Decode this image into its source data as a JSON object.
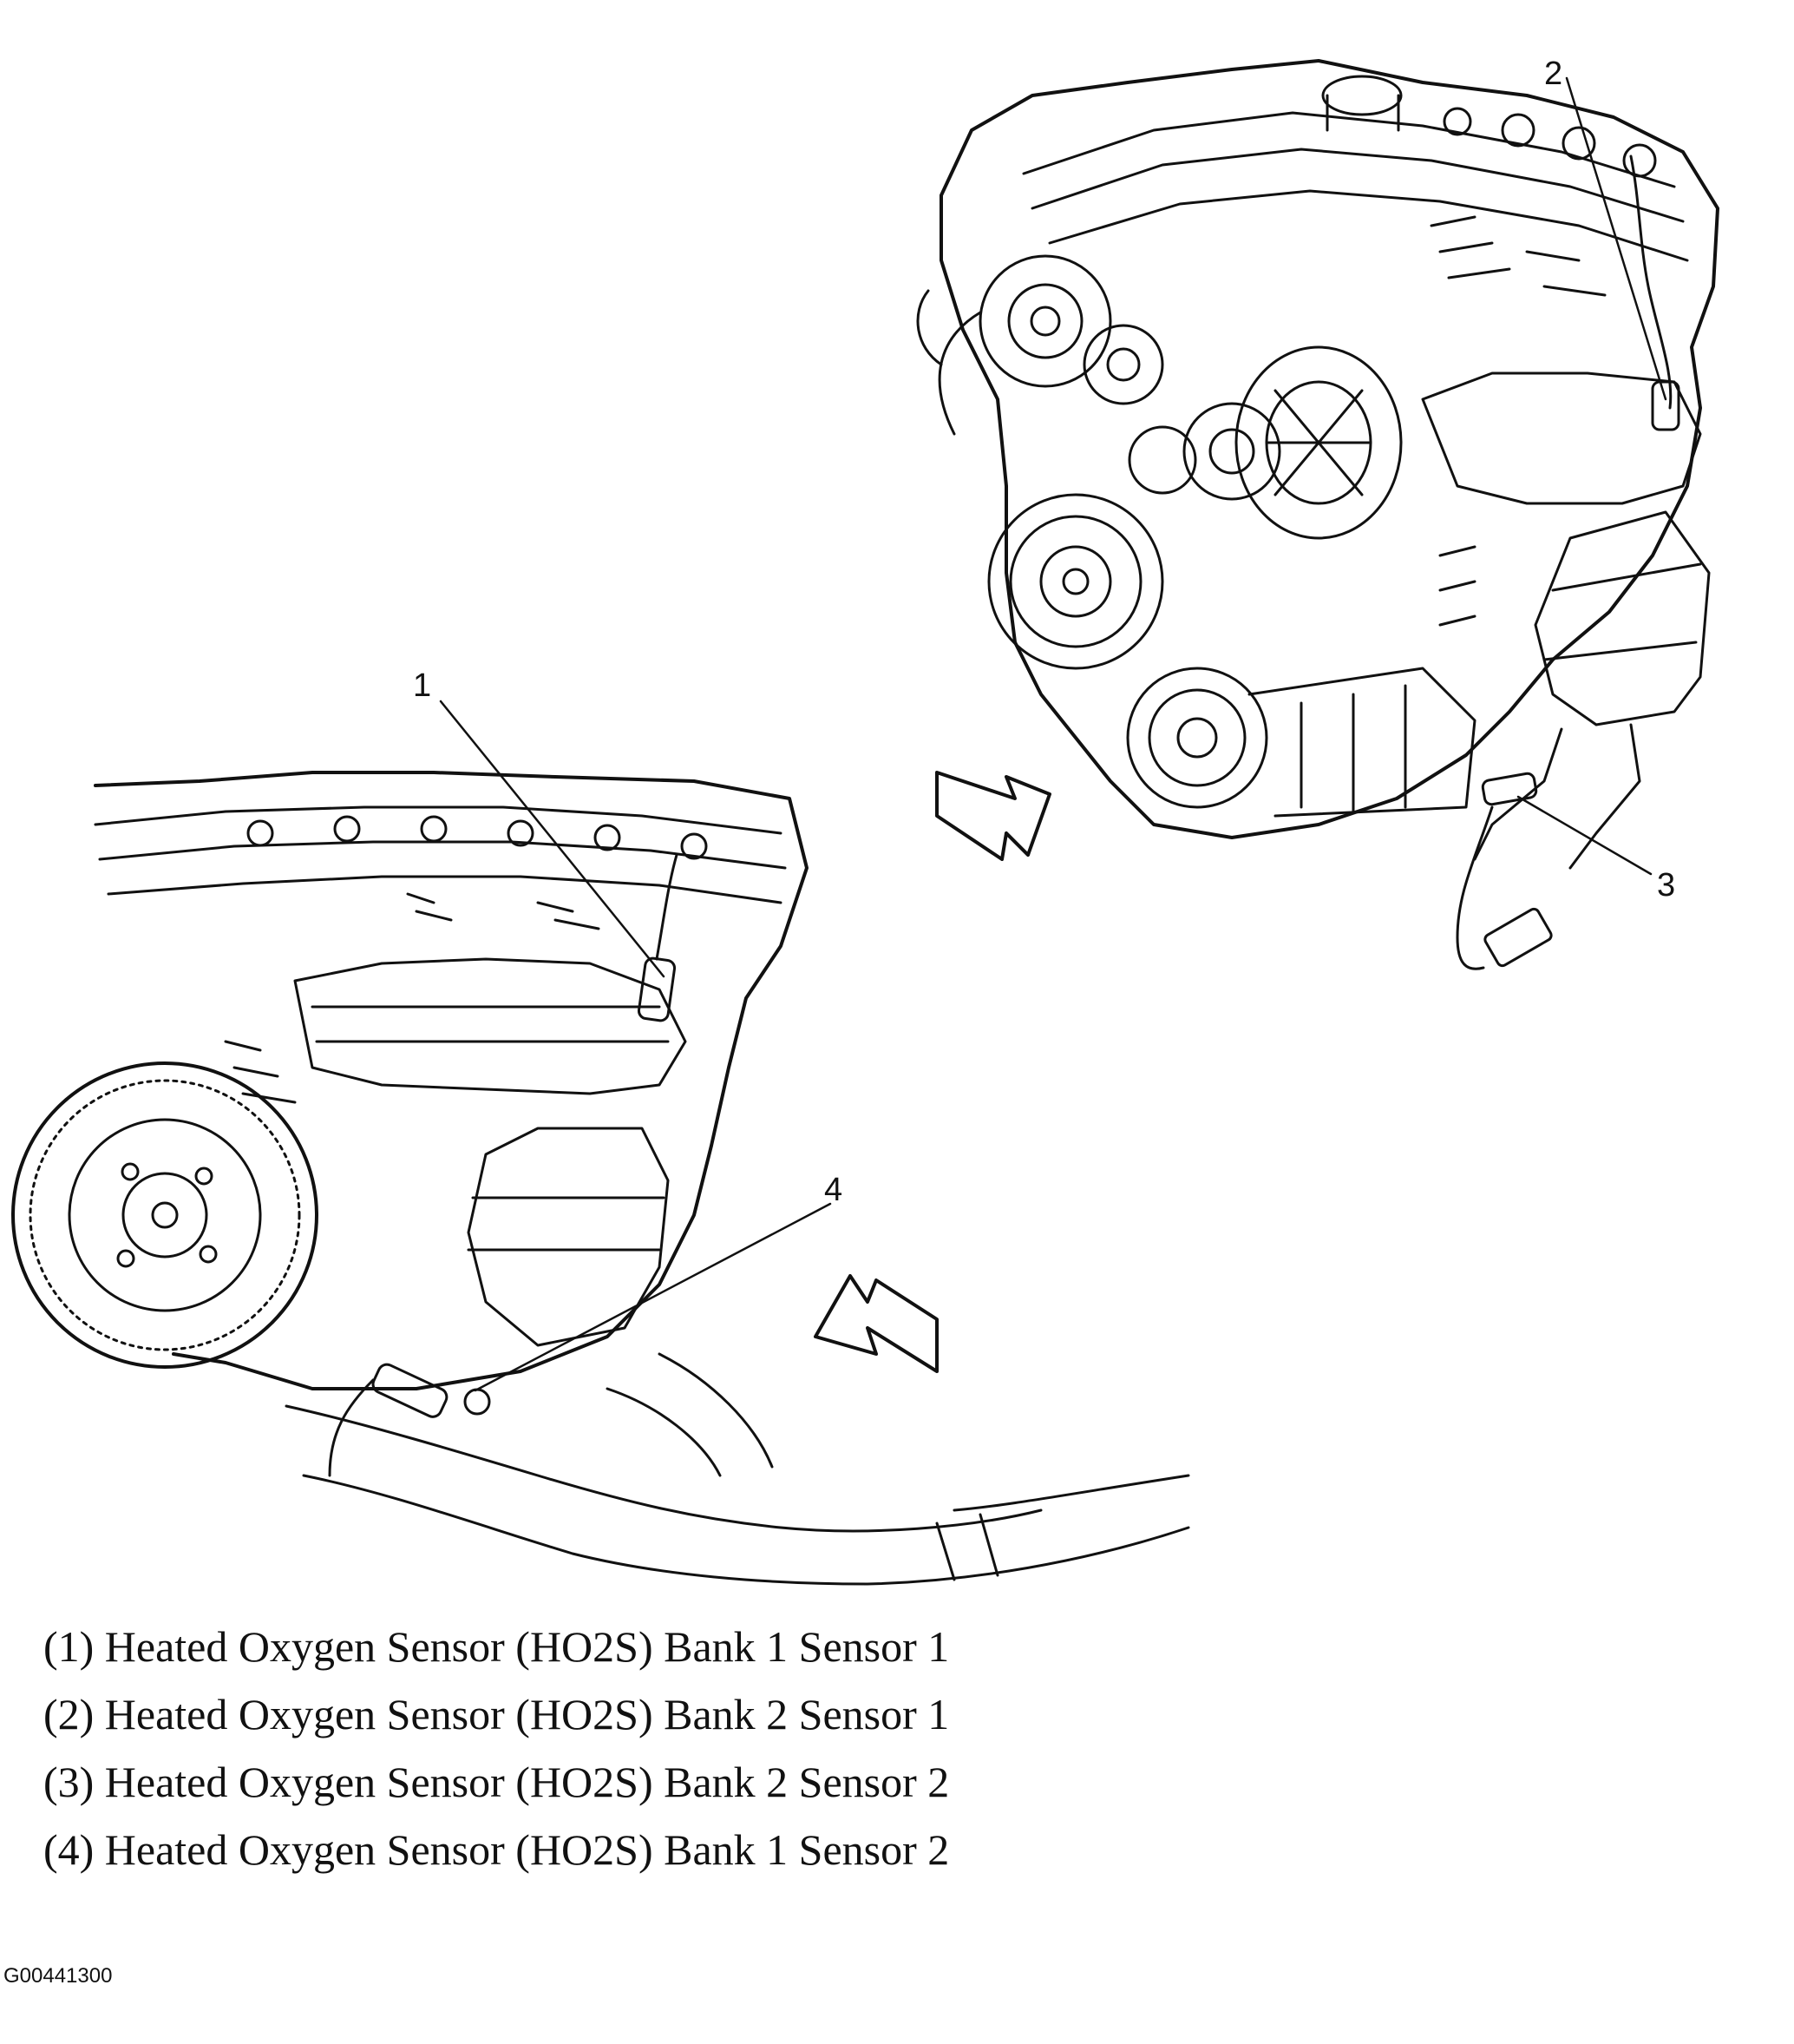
{
  "callouts": [
    {
      "id": "1",
      "label": "1"
    },
    {
      "id": "2",
      "label": "2"
    },
    {
      "id": "3",
      "label": "3"
    },
    {
      "id": "4",
      "label": "4"
    }
  ],
  "legend": [
    "(1) Heated Oxygen Sensor (HO2S) Bank 1 Sensor 1",
    "(2) Heated Oxygen Sensor (HO2S) Bank 2 Sensor 1",
    "(3) Heated Oxygen Sensor (HO2S) Bank 2 Sensor 2",
    "(4) Heated Oxygen Sensor (HO2S) Bank 1 Sensor 2"
  ],
  "figure_id": "G00441300"
}
